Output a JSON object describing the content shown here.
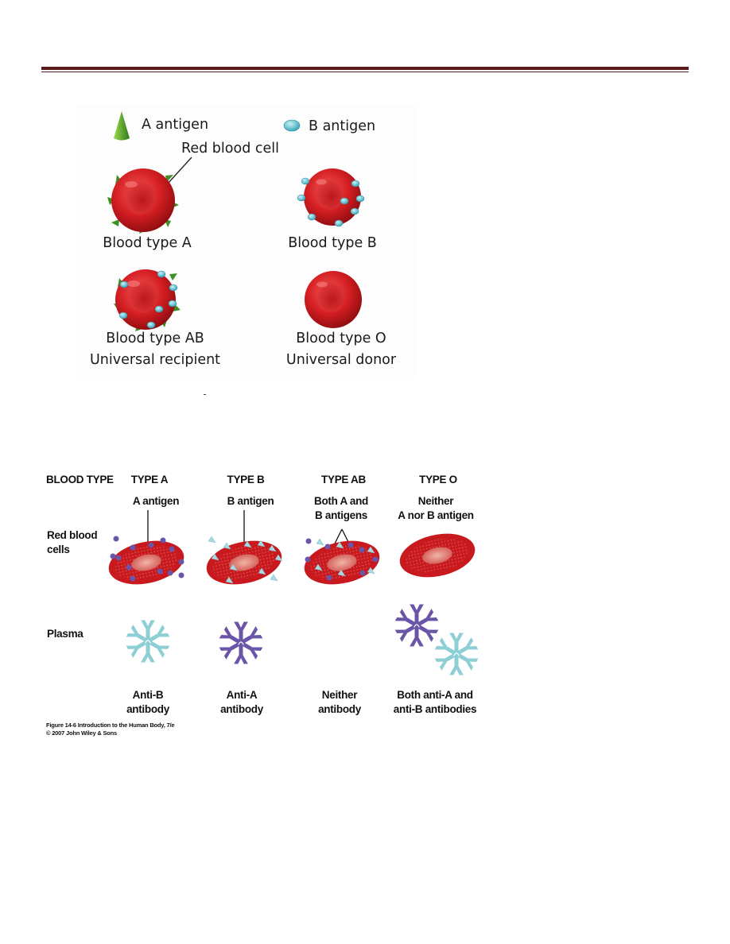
{
  "top_figure": {
    "legend_a_antigen": "A antigen",
    "legend_b_antigen": "B antigen",
    "red_blood_cell_label": "Red blood cell",
    "type_a_label": "Blood type A",
    "type_b_label": "Blood type B",
    "type_ab_label": "Blood type AB",
    "type_ab_sublabel": "Universal recipient",
    "type_o_label": "Blood type O",
    "type_o_sublabel": "Universal donor"
  },
  "bottom_figure": {
    "row_header": "BLOOD TYPE",
    "row_rbc": [
      "Red blood",
      "cells"
    ],
    "row_plasma": "Plasma",
    "columns": [
      {
        "type": "TYPE A",
        "antigen": [
          "A antigen"
        ],
        "antibody": [
          "Anti-B",
          "antibody"
        ]
      },
      {
        "type": "TYPE B",
        "antigen": [
          "B antigen"
        ],
        "antibody": [
          "Anti-A",
          "antibody"
        ]
      },
      {
        "type": "TYPE AB",
        "antigen": [
          "Both A and",
          "B antigens"
        ],
        "antibody": [
          "Neither",
          "antibody"
        ]
      },
      {
        "type": "TYPE O",
        "antigen": [
          "Neither",
          "A nor B antigen"
        ],
        "antibody": [
          "Both anti-A and",
          "anti-B antibodies"
        ]
      }
    ],
    "caption": [
      "Figure 14-6 Introduction to the Human Body, 7/e",
      "© 2007 John Wiley & Sons"
    ]
  },
  "colors": {
    "header_rule": "#5a1a1c",
    "rbc_red": "#c81a1e",
    "a_antigen_green": "#3a8a22",
    "b_antigen_cyan": "#4fb7c9",
    "anti_a_purple": "#6a55a8",
    "anti_b_teal": "#8ecfd6"
  }
}
